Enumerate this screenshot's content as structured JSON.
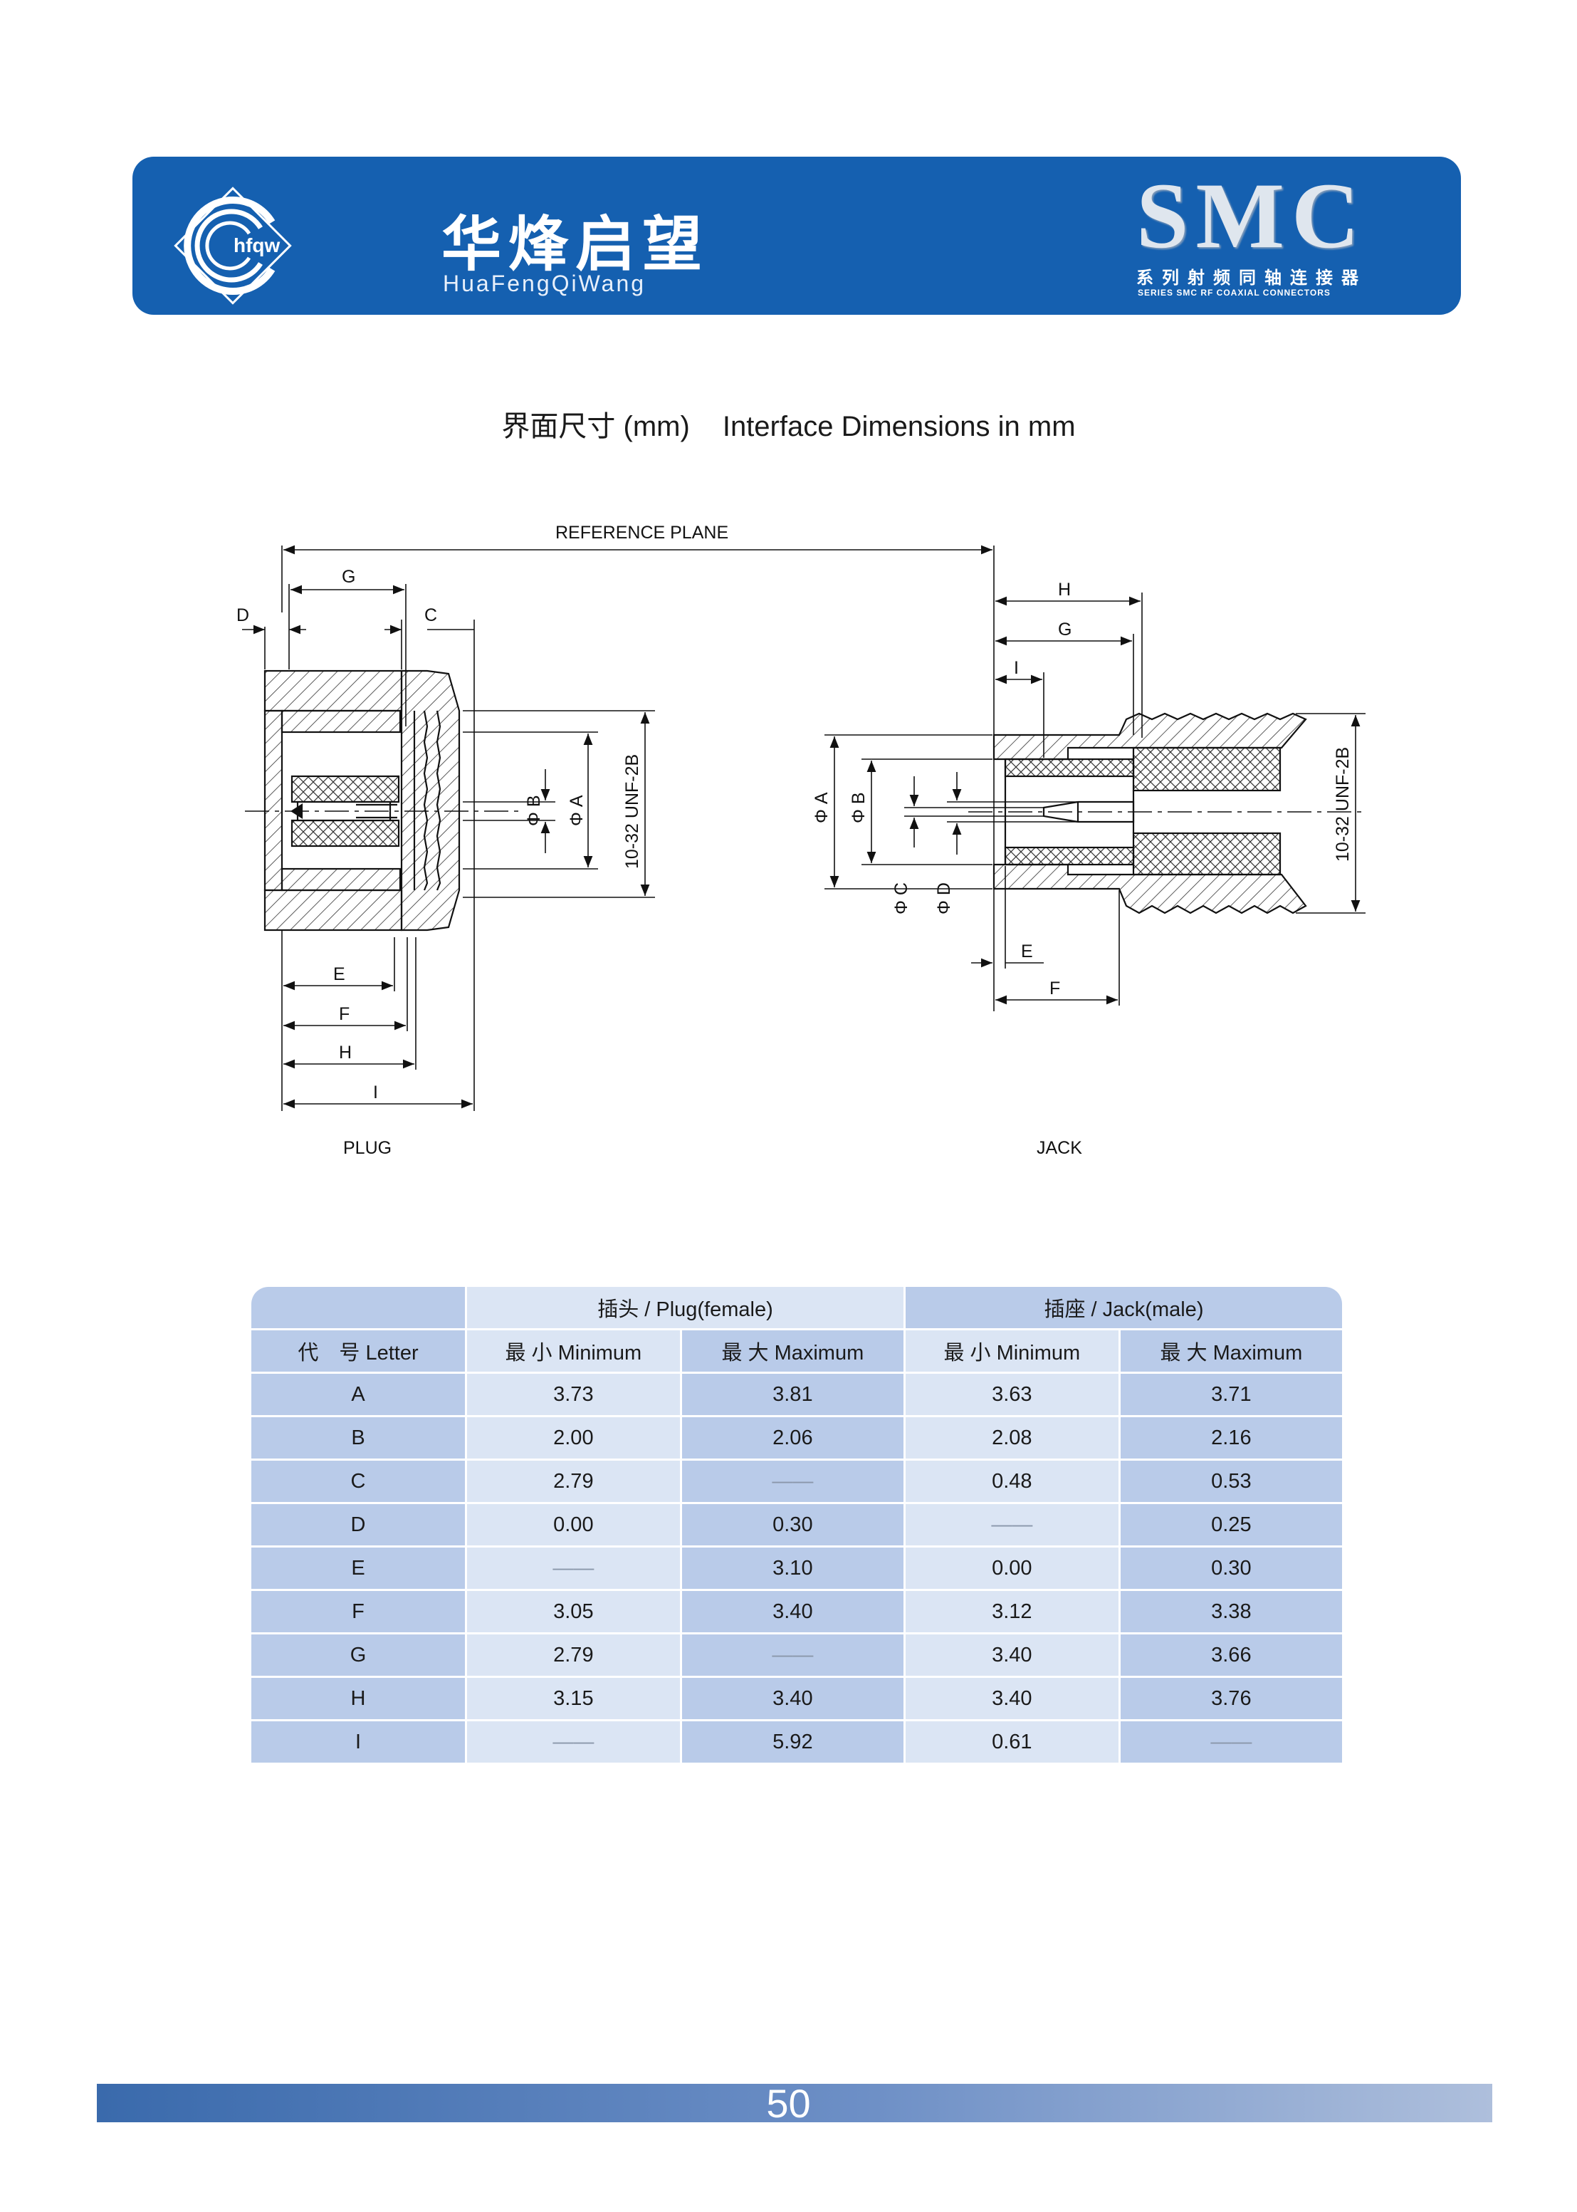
{
  "header": {
    "logo_text": "hfqw",
    "brand_cn": "华烽启望",
    "brand_en": "HuaFengQiWang",
    "series_title": "SMC",
    "series_cn": "系列射频同轴连接器",
    "series_en": "SERIES SMC RF COAXIAL CONNECTORS"
  },
  "title": {
    "cn": "界面尺寸 (mm)",
    "en": "Interface Dimensions in mm"
  },
  "drawing": {
    "reference_plane": "REFERENCE PLANE",
    "thread": "10-32 UNF-2B",
    "plug_label": "PLUG",
    "jack_label": "JACK",
    "letters": {
      "A": "A",
      "B": "B",
      "C": "C",
      "D": "D",
      "E": "E",
      "F": "F",
      "G": "G",
      "H": "H",
      "I": "I"
    },
    "phi_a": "Φ A",
    "phi_b": "Φ B",
    "phi_c": "Φ C",
    "phi_d": "Φ D"
  },
  "table": {
    "plug_header": "插头 / Plug(female)",
    "jack_header": "插座 / Jack(male)",
    "letter_header": "代　号 Letter",
    "min_header": "最 小 Minimum",
    "max_header": "最 大 Maximum",
    "rows": [
      {
        "letter": "A",
        "plug_min": "3.73",
        "plug_max": "3.81",
        "jack_min": "3.63",
        "jack_max": "3.71"
      },
      {
        "letter": "B",
        "plug_min": "2.00",
        "plug_max": "2.06",
        "jack_min": "2.08",
        "jack_max": "2.16"
      },
      {
        "letter": "C",
        "plug_min": "2.79",
        "plug_max": "——",
        "jack_min": "0.48",
        "jack_max": "0.53"
      },
      {
        "letter": "D",
        "plug_min": "0.00",
        "plug_max": "0.30",
        "jack_min": "——",
        "jack_max": "0.25"
      },
      {
        "letter": "E",
        "plug_min": "——",
        "plug_max": "3.10",
        "jack_min": "0.00",
        "jack_max": "0.30"
      },
      {
        "letter": "F",
        "plug_min": "3.05",
        "plug_max": "3.40",
        "jack_min": "3.12",
        "jack_max": "3.38"
      },
      {
        "letter": "G",
        "plug_min": "2.79",
        "plug_max": "——",
        "jack_min": "3.40",
        "jack_max": "3.66"
      },
      {
        "letter": "H",
        "plug_min": "3.15",
        "plug_max": "3.40",
        "jack_min": "3.40",
        "jack_max": "3.76"
      },
      {
        "letter": "I",
        "plug_min": "——",
        "plug_max": "5.92",
        "jack_min": "0.61",
        "jack_max": "——"
      }
    ]
  },
  "footer": {
    "page_number": "50"
  },
  "colors": {
    "banner": "#1560b0",
    "table_dark": "#b9cbe9",
    "table_light": "#dbe5f4"
  }
}
